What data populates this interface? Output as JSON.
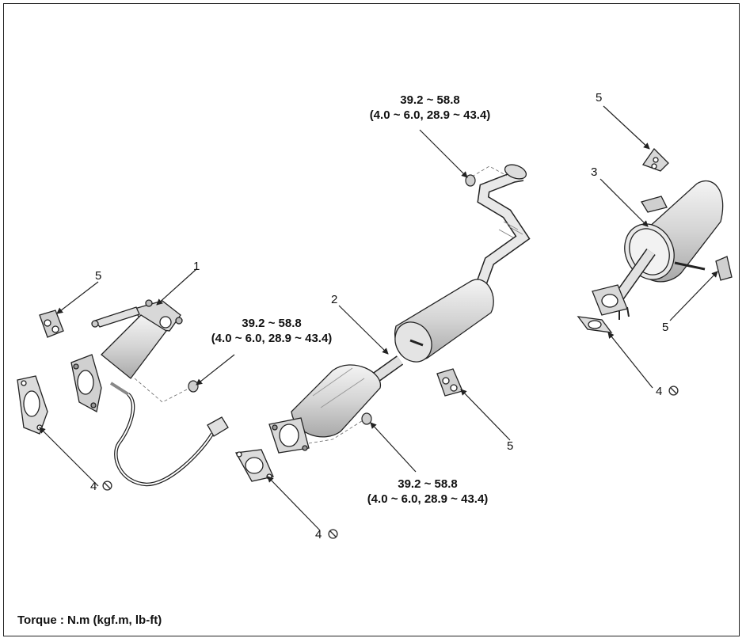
{
  "diagram": {
    "callouts": [
      {
        "id": "c1",
        "number": "1"
      },
      {
        "id": "c2",
        "number": "2"
      },
      {
        "id": "c3",
        "number": "3"
      },
      {
        "id": "c4a",
        "number": "4"
      },
      {
        "id": "c4b",
        "number": "4"
      },
      {
        "id": "c4c",
        "number": "4"
      },
      {
        "id": "c5a",
        "number": "5"
      },
      {
        "id": "c5b",
        "number": "5"
      },
      {
        "id": "c5c",
        "number": "5"
      },
      {
        "id": "c5d",
        "number": "5"
      }
    ],
    "torque_specs": [
      {
        "id": "t_top",
        "line1": "39.2 ~ 58.8",
        "line2": "(4.0 ~ 6.0, 28.9 ~ 43.4)"
      },
      {
        "id": "t_left",
        "line1": "39.2 ~ 58.8",
        "line2": "(4.0 ~ 6.0, 28.9 ~ 43.4)"
      },
      {
        "id": "t_bottom",
        "line1": "39.2 ~ 58.8",
        "line2": "(4.0 ~ 6.0, 28.9 ~ 43.4)"
      }
    ],
    "footer_note": "Torque : N.m (kgf.m, lb-ft)",
    "colors": {
      "line": "#222222",
      "shade": "#bdbdbd",
      "mid": "#d9d9d9",
      "light": "#efefef"
    },
    "icons": [
      "do-not-reuse-icon"
    ]
  }
}
